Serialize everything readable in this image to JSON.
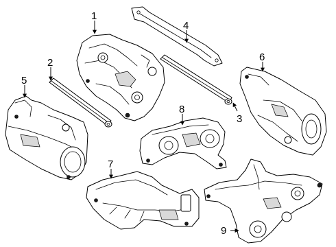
{
  "callouts": [
    {
      "id": "1",
      "label": "1"
    },
    {
      "id": "2",
      "label": "2"
    },
    {
      "id": "3",
      "label": "3"
    },
    {
      "id": "4",
      "label": "4"
    },
    {
      "id": "5",
      "label": "5"
    },
    {
      "id": "6",
      "label": "6"
    },
    {
      "id": "7",
      "label": "7"
    },
    {
      "id": "8",
      "label": "8"
    },
    {
      "id": "9",
      "label": "9"
    }
  ],
  "colors": {
    "line": "#000000",
    "background": "#ffffff",
    "shade": "#d9d9d9"
  }
}
